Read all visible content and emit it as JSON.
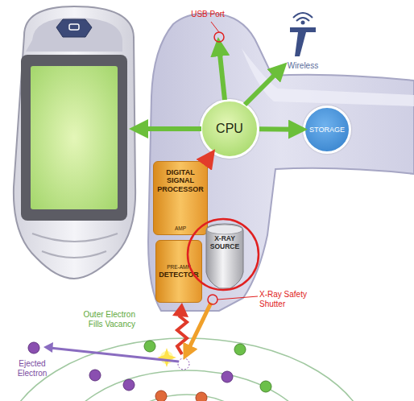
{
  "diagram": {
    "nodes": [
      {
        "text": [
          "CPU"
        ]
      },
      {
        "text": [
          "STORAGE"
        ]
      },
      {
        "text": [
          "DIGITAL SIGNAL PROCESSOR",
          "AMP"
        ]
      },
      {
        "text": [
          "PRE-AMP",
          "DETECTOR"
        ]
      },
      {
        "text": [
          "X-RAY SOURCE"
        ]
      }
    ],
    "edges": [
      {
        "from": 2,
        "to": 0,
        "arrow": "to"
      },
      {
        "from": 0,
        "to": 1,
        "arrow": "to"
      }
    ],
    "labels": [
      "USB Port",
      "Wireless",
      "X-Ray Safety Shutter",
      "Outer Electron Fills Vacancy",
      "Ejected Electron"
    ]
  }
}
